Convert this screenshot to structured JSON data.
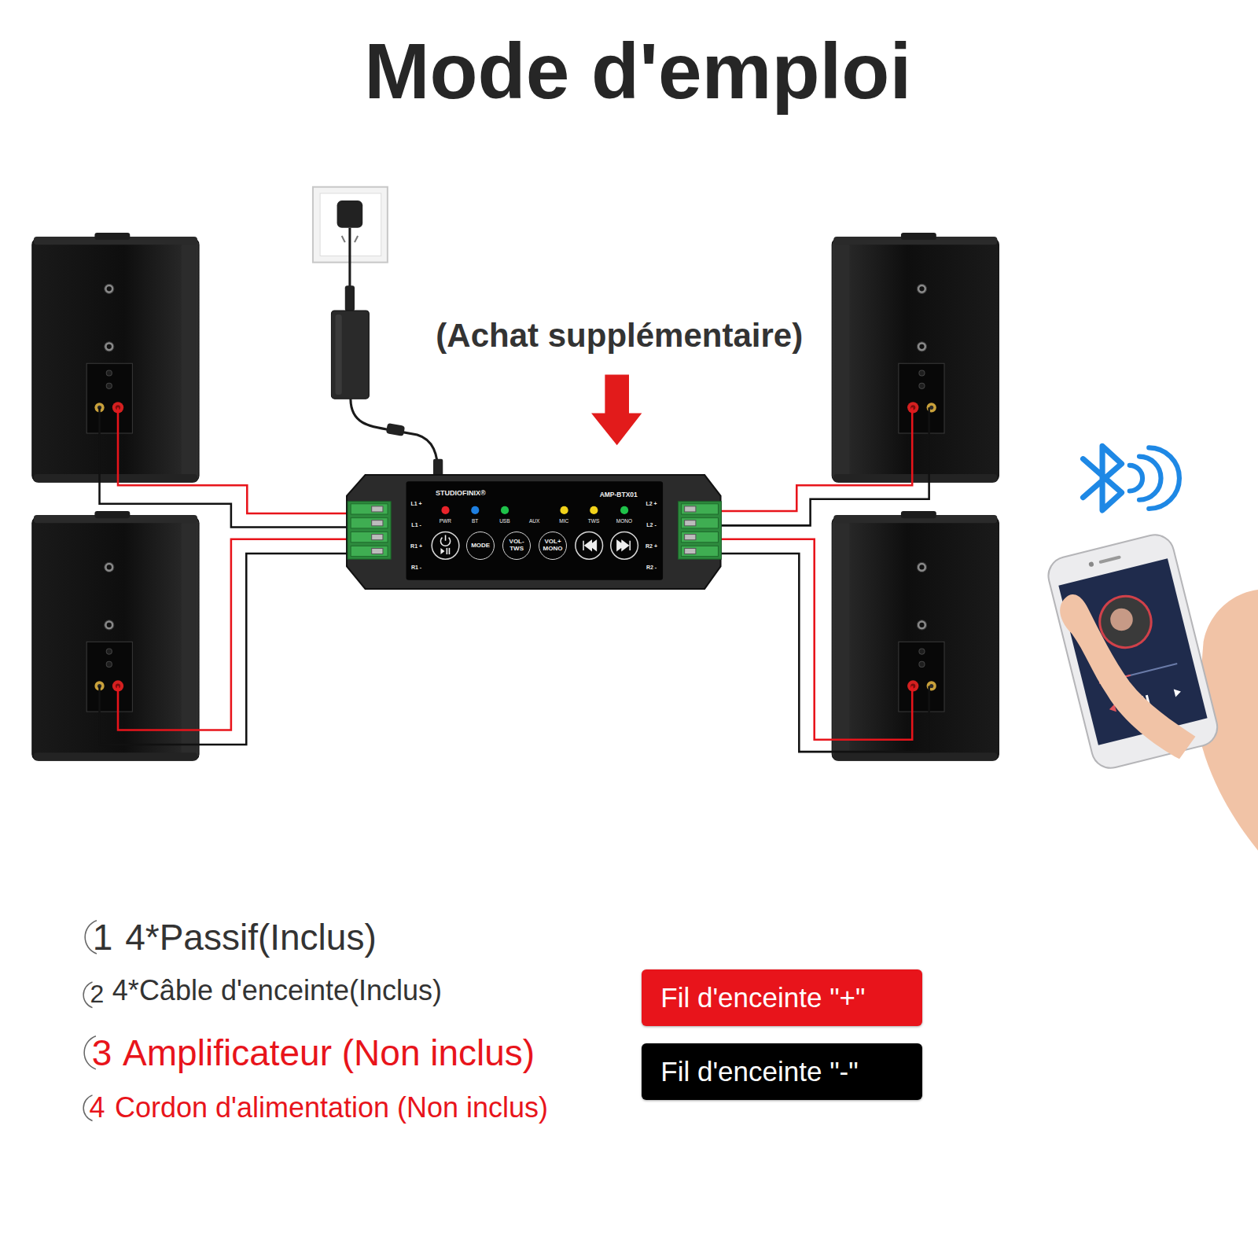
{
  "diagram": {
    "title": "Mode d'emploi",
    "nodes": [
      {
        "text": [
          "STUDIOFINIX®",
          "AMP-BTX01",
          "L1 +",
          "L1 -",
          "R1 +",
          "R1 -",
          "L2 +",
          "L2 -",
          "R2 +",
          "R2 -",
          "PWR",
          "BT",
          "USB",
          "AUX",
          "MIC",
          "TWS",
          "MONO"
        ]
      },
      {
        "text": [
          "MODE"
        ],
        "in": 0
      },
      {
        "text": [
          "VOL- TWS"
        ],
        "in": 0
      },
      {
        "text": [
          "VOL+ MONO"
        ],
        "in": 0
      }
    ],
    "labels": [
      "(Achat supplémentaire)",
      "1",
      "4*Passif(Inclus)",
      "2",
      "4*Câble d'enceinte(Inclus)",
      "3",
      "Amplificateur (Non inclus)",
      "4",
      "Cordon d'alimentation (Non inclus)"
    ],
    "legend": [
      {
        "text": "Fil d'enceinte \"+\"",
        "color": "#e8141b"
      },
      {
        "text": "Fil d'enceinte \"-\"",
        "color": "#000000"
      }
    ]
  }
}
